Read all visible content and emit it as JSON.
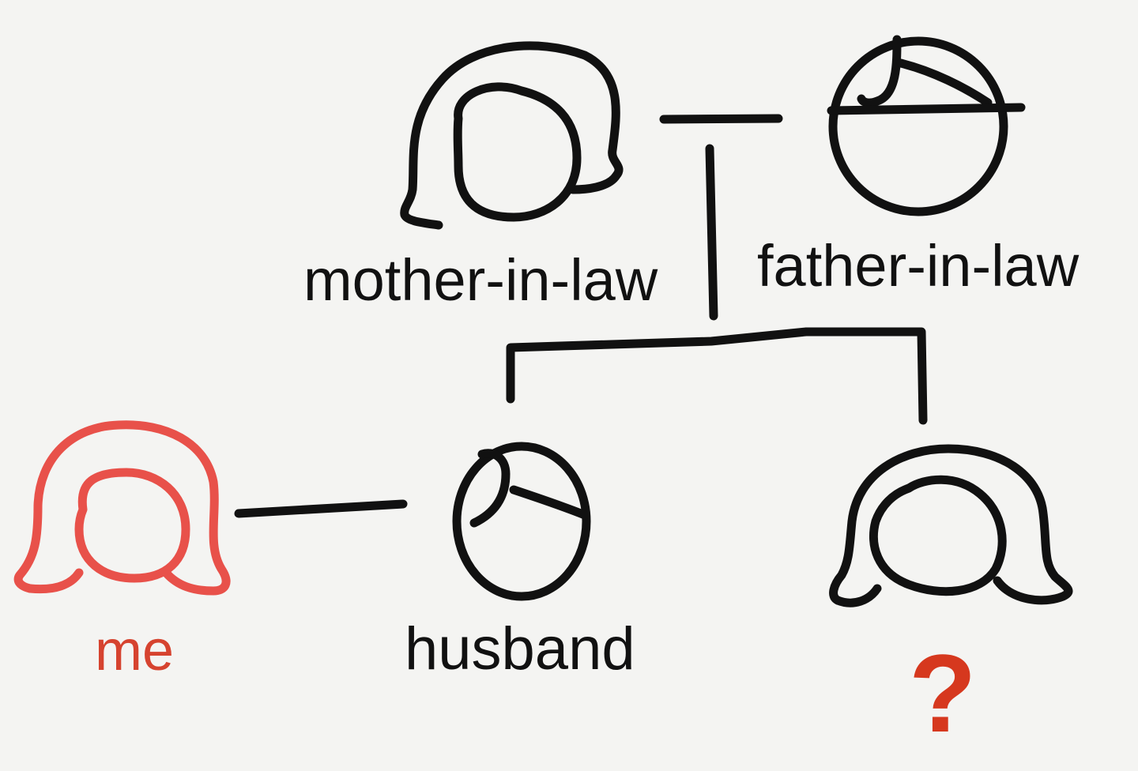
{
  "nodes": {
    "mother_in_law": {
      "label": "mother-in-law"
    },
    "father_in_law": {
      "label": "father-in-law"
    },
    "husband": {
      "label": "husband"
    },
    "me": {
      "label": "me"
    },
    "unknown": {
      "label": "?"
    }
  },
  "colors": {
    "ink": "#111111",
    "me": "#e8514a",
    "me_label": "#d6432f",
    "question": "#d6381e",
    "background": "#f4f4f2"
  },
  "icons": {
    "mother_in_law": "woman-head-icon",
    "father_in_law": "man-head-icon",
    "husband": "man-head-icon",
    "me": "woman-head-icon",
    "unknown": "woman-head-icon"
  }
}
